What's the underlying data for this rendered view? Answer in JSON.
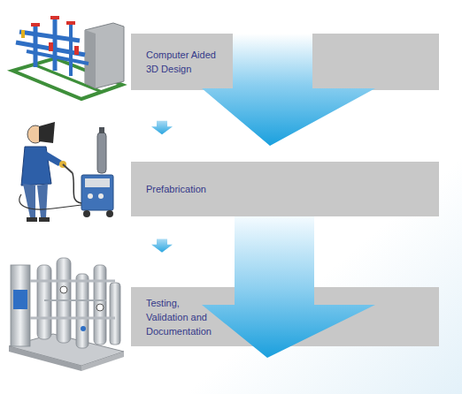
{
  "diagram": {
    "nodes": [
      {
        "text": [
          "Computer Aided 3D Design"
        ]
      },
      {
        "text": [
          "Prefabrication"
        ]
      },
      {
        "text": [
          "Testing, Validation and Documentation"
        ]
      }
    ],
    "edges": [
      {
        "from": 0,
        "to": 1,
        "arrow": "to"
      },
      {
        "from": 1,
        "to": 2,
        "arrow": "to"
      }
    ]
  }
}
